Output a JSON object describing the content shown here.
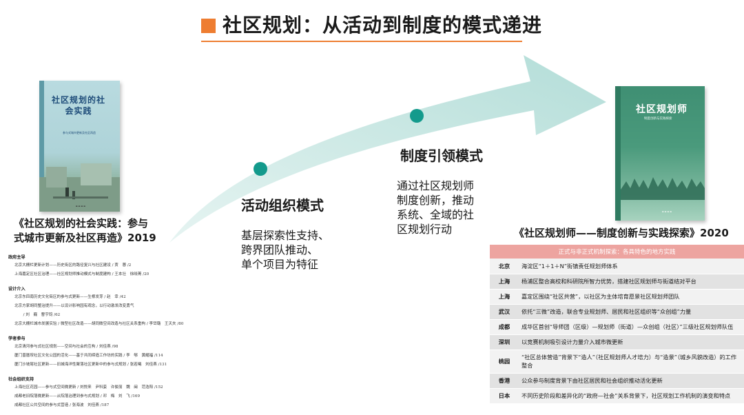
{
  "title": "社区规划：从活动到制度的模式递进",
  "stages": {
    "activity": {
      "title": "活动组织模式",
      "desc": [
        "基层探索性支持、",
        "跨界团队推动、",
        "单个项目为特征"
      ]
    },
    "institution": {
      "title": "制度引领模式",
      "desc": [
        "通过社区规划师",
        "制度创新，推动",
        "系统、全域的社",
        "区规划行动"
      ]
    }
  },
  "left_book": {
    "cover_title": "社区规划的社会实践",
    "cover_subtitle": "参与式城市更新及社区再造",
    "caption_line1": "《社区规划的社会实践：参与",
    "caption_line2": "式城市更新及社区再造》2019"
  },
  "right_book": {
    "cover_title": "社区规划师",
    "cover_subtitle": "制度创新与实践探索",
    "caption": "《社区规划师——制度创新与实践探索》2020"
  },
  "toc": [
    {
      "section": "政府主导",
      "items": [
        "北京大栅栏更新计划——历史街区的路径复兴与社区建设 / 贾　蓉 /2",
        "上海嘉定区社区治理——社区规划师推动模式与制度建构 / 王本壮　徐晓菁 /20"
      ]
    },
    {
      "section": "设计介入",
      "items": [
        "北京东四南历史文化街区的参与式更新——生根发芽 / 赵　幸 /42",
        "北京方家胡同整治提升——以设计影响园有观念，以行动激发改变勇气",
        "　/ 刘　巍　曹宇钧 /62",
        "北京大栅栏城市发展实验 / 微型社区改造——胡同微空间改造与社区关系重构 / 李岱璐　王天夫 /80"
      ]
    },
    {
      "section": "学者参与",
      "items": [
        "北京清河参与式社区规划——空间与社会的互构 / 刘佳燕 /98",
        "厦门曾厝垵社区文化公园的活化——基于共同缔造工作坊的实践 / 李　郇　黄耀福 /114",
        "厦门沙坡尾社区更新——旧城海洋性聚落社区更新中的参与式规划 / 张若曦　刘佳燕 /131"
      ]
    },
    {
      "section": "社会组织支持",
      "items": [
        "上海社区花园——参与式空间微更新 / 刘悦来　尹科娈　许俊丽　魏　闽　范浩阳 /152",
        "成都老旧院落微更新——从院落治理到参与式规划 / 邓　梅　刘　飞 /169",
        "成都社区公共空间的参与式营造 / 张海波　刘佳燕 /187"
      ]
    }
  ],
  "table": {
    "header": "正式与非正式机制探索：各具特色的地方实践",
    "rows": [
      {
        "city": "北京",
        "text": "海淀区“1＋1＋N”街镇责任规划师体系"
      },
      {
        "city": "上海",
        "text": "杨浦区整合高校和科研院所智力优势，搭建社区规划师与街道结对平台"
      },
      {
        "city": "上海",
        "text": "嘉定区围绕“社区共营”，以社区为主体培育愿景社区规划师团队"
      },
      {
        "city": "武汉",
        "text": "依托“三微”改造，联合专业规划师、居民和社区组织等“众创组”力量"
      },
      {
        "city": "成都",
        "text": "成华区首创“导师团（区级）—规划师（街道）—众创组（社区）”三级社区规划师队伍"
      },
      {
        "city": "深圳",
        "text": "以竞赛机制吸引设计力量介入城市微更新"
      },
      {
        "city": "桃园",
        "text": "“社区总体营造”背景下“造人”（社区规划师人才培力）与“造景”（城乡风貌改造）的工作整合"
      },
      {
        "city": "香港",
        "text": "公众参与制度背景下由社区居民和社会组织推动活化更新"
      },
      {
        "city": "日本",
        "text": "不同历史阶段和差异化的“政府—社会”关系背景下，社区规划工作机制的演变和特点"
      }
    ]
  },
  "colors": {
    "accent": "#ee7d31",
    "dot": "#139a8c",
    "arrow": "#c7e6e3",
    "table_header": "#eda4a0"
  }
}
